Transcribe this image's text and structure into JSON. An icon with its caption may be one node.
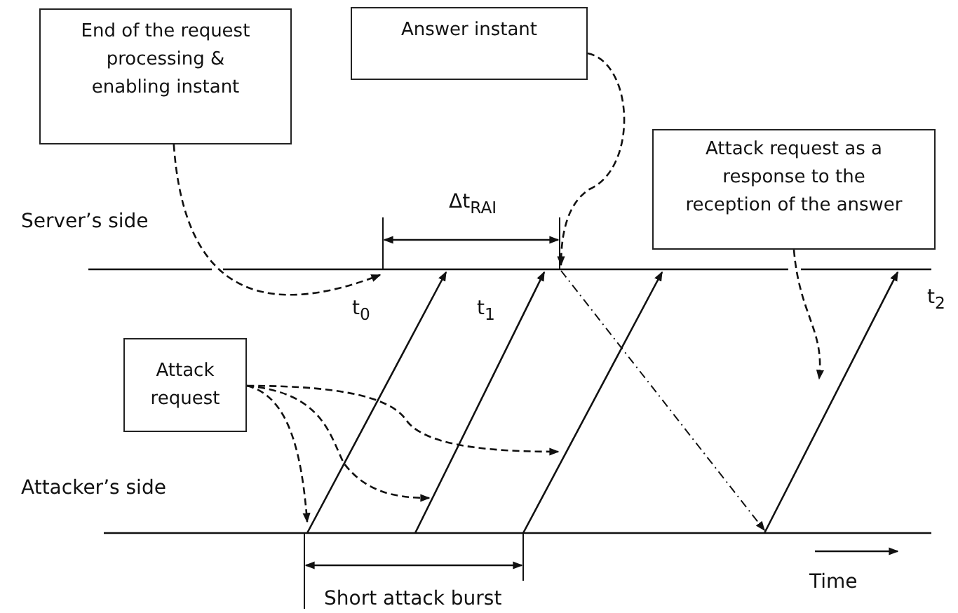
{
  "diagram": {
    "nodes": [
      {
        "text": [
          "End of the request processing & enabling instant"
        ]
      },
      {
        "text": [
          "Answer instant"
        ]
      },
      {
        "text": [
          "Attack request as a response to the reception of the answer"
        ]
      },
      {
        "text": [
          "Attack request"
        ]
      }
    ],
    "edges": [
      {
        "from": 0,
        "to": null,
        "arrow": "to",
        "style": "dashed"
      },
      {
        "from": 1,
        "to": null,
        "arrow": "to",
        "style": "dashed"
      },
      {
        "from": 2,
        "to": null,
        "arrow": "to",
        "style": "dashed"
      },
      {
        "from": 3,
        "to": null,
        "arrow": "to",
        "style": "dashed"
      },
      {
        "from": 3,
        "to": null,
        "arrow": "to",
        "style": "dashed"
      },
      {
        "from": 3,
        "to": null,
        "arrow": "to",
        "style": "dashed"
      }
    ],
    "labels": [
      "Server’s side",
      "Δt$_{RAI}$",
      "t$_{0}$",
      "t$_{1}$",
      "t$_{2}$",
      "Attacker’s side",
      "Short attack burst",
      "Time"
    ]
  }
}
